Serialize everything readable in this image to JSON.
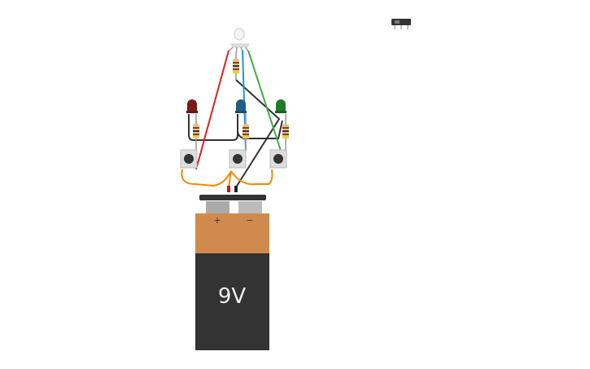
{
  "battery": {
    "label": "9V",
    "plus": "+",
    "minus": "−"
  },
  "colors": {
    "red_wire": "#e02020",
    "blue_wire": "#1e96d8",
    "green_wire": "#3cb043",
    "black_wire": "#333333",
    "orange_wire": "#f08a00",
    "battery_top": "#d08a4e",
    "battery_body": "#333333",
    "led_red": "#7a1a1a",
    "led_blue": "#1f5e86",
    "led_green": "#1f7a2a"
  },
  "components": [
    "rgb-led",
    "red-led",
    "blue-led",
    "green-led",
    "resistor",
    "pushbutton",
    "slide-switch",
    "9v-battery"
  ]
}
